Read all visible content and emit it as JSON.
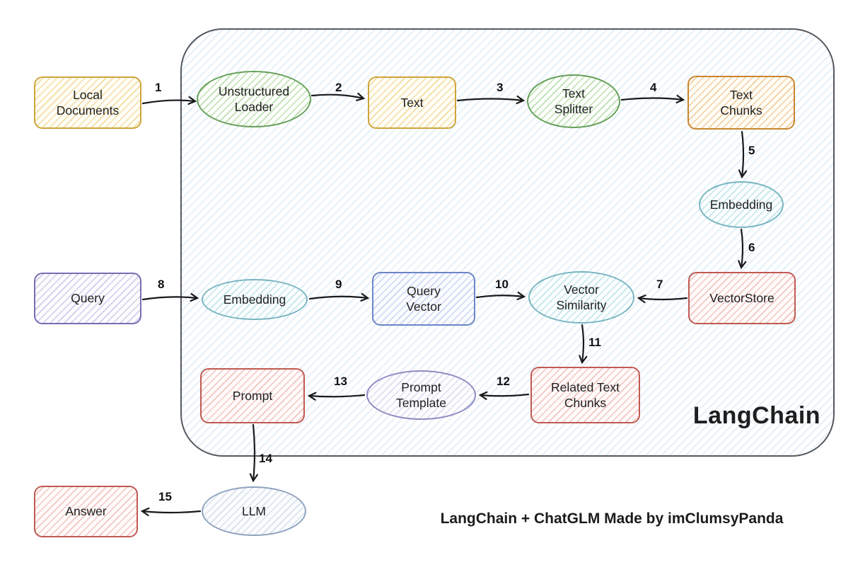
{
  "container": {
    "label": "LangChain"
  },
  "caption": "LangChain + ChatGLM Made by imClumsyPanda",
  "colors": {
    "yellow": "#cfa53b",
    "green": "#67a05b",
    "orange": "#c8862e",
    "teal": "#79b5c1",
    "red": "#bf5a52",
    "purple": "#756fb3",
    "blue": "#6b86c7",
    "violet": "#8f8ac2",
    "bluegray": "#8fa3bf",
    "container_fill": "#d9eaf7",
    "arrow": "#1a1a1a"
  },
  "nodes": {
    "local_documents": {
      "label": "Local Documents",
      "shape": "rect",
      "color": "yellow"
    },
    "unstructured_loader": {
      "label": "Unstructured Loader",
      "shape": "ellipse",
      "color": "green"
    },
    "text": {
      "label": "Text",
      "shape": "rect",
      "color": "yellow"
    },
    "text_splitter": {
      "label": "Text Splitter",
      "shape": "ellipse",
      "color": "green"
    },
    "text_chunks": {
      "label": "Text Chunks",
      "shape": "rect",
      "color": "orange"
    },
    "embedding_docs": {
      "label": "Embedding",
      "shape": "ellipse",
      "color": "teal"
    },
    "vectorstore": {
      "label": "VectorStore",
      "shape": "rect",
      "color": "red"
    },
    "query": {
      "label": "Query",
      "shape": "rect",
      "color": "purple"
    },
    "embedding_query": {
      "label": "Embedding",
      "shape": "ellipse",
      "color": "teal"
    },
    "query_vector": {
      "label": "Query Vector",
      "shape": "rect",
      "color": "blue"
    },
    "vector_similarity": {
      "label": "Vector Similarity",
      "shape": "ellipse",
      "color": "teal"
    },
    "related_text_chunks": {
      "label": "Related Text Chunks",
      "shape": "rect",
      "color": "red"
    },
    "prompt_template": {
      "label": "Prompt Template",
      "shape": "ellipse",
      "color": "violet"
    },
    "prompt": {
      "label": "Prompt",
      "shape": "rect",
      "color": "red"
    },
    "llm": {
      "label": "LLM",
      "shape": "ellipse",
      "color": "bluegray"
    },
    "answer": {
      "label": "Answer",
      "shape": "rect",
      "color": "red"
    }
  },
  "edges": {
    "e1": {
      "label": "1",
      "from": "local_documents",
      "to": "unstructured_loader"
    },
    "e2": {
      "label": "2",
      "from": "unstructured_loader",
      "to": "text"
    },
    "e3": {
      "label": "3",
      "from": "text",
      "to": "text_splitter"
    },
    "e4": {
      "label": "4",
      "from": "text_splitter",
      "to": "text_chunks"
    },
    "e5": {
      "label": "5",
      "from": "text_chunks",
      "to": "embedding_docs"
    },
    "e6": {
      "label": "6",
      "from": "embedding_docs",
      "to": "vectorstore"
    },
    "e7": {
      "label": "7",
      "from": "vectorstore",
      "to": "vector_similarity"
    },
    "e8": {
      "label": "8",
      "from": "query",
      "to": "embedding_query"
    },
    "e9": {
      "label": "9",
      "from": "embedding_query",
      "to": "query_vector"
    },
    "e10": {
      "label": "10",
      "from": "query_vector",
      "to": "vector_similarity"
    },
    "e11": {
      "label": "11",
      "from": "vector_similarity",
      "to": "related_text_chunks"
    },
    "e12": {
      "label": "12",
      "from": "related_text_chunks",
      "to": "prompt_template"
    },
    "e13": {
      "label": "13",
      "from": "prompt_template",
      "to": "prompt"
    },
    "e14": {
      "label": "14",
      "from": "prompt",
      "to": "llm"
    },
    "e15": {
      "label": "15",
      "from": "llm",
      "to": "answer"
    }
  }
}
